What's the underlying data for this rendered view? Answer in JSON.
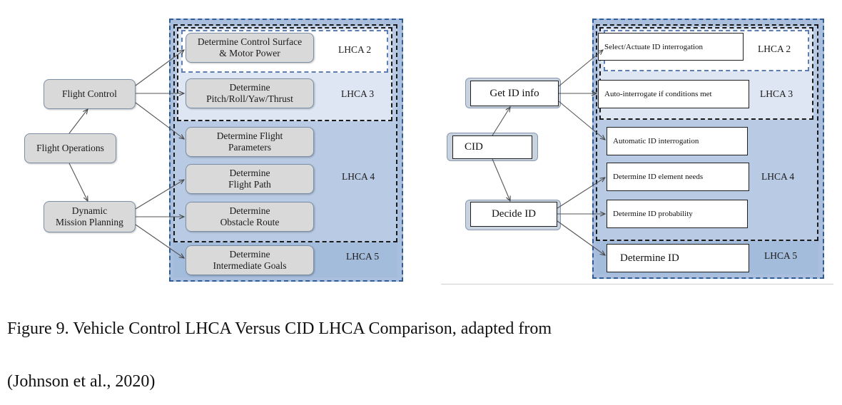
{
  "left_diagram": {
    "nodes": {
      "flight_operations": "Flight Operations",
      "flight_control": "Flight Control",
      "dynamic_mission_planning": [
        "Dynamic",
        "Mission Planning"
      ],
      "control_surface": [
        "Determine Control Surface",
        "& Motor Power"
      ],
      "pitch_roll": [
        "Determine",
        "Pitch/Roll/Yaw/Thrust"
      ],
      "flight_params": [
        "Determine Flight",
        "Parameters"
      ],
      "flight_path": [
        "Determine",
        "Flight Path"
      ],
      "obstacle_route": [
        "Determine",
        "Obstacle Route"
      ],
      "intermediate_goals": [
        "Determine",
        "Intermediate Goals"
      ]
    },
    "levels": {
      "l2": "LHCA 2",
      "l3": "LHCA 3",
      "l4": "LHCA 4",
      "l5": "LHCA 5"
    }
  },
  "right_diagram": {
    "nodes": {
      "cid": "CID",
      "get_id_info": "Get ID info",
      "decide_id": "Decide ID",
      "select_actuate": "Select/Actuate ID interrogation",
      "auto_interrogate": "Auto-interrogate if conditions met",
      "automatic_id": "Automatic ID interrogation",
      "element_needs": "Determine ID element needs",
      "id_probability": "Determine ID probability",
      "determine_id": "Determine ID"
    },
    "levels": {
      "l2": "LHCA 2",
      "l3": "LHCA 3",
      "l4": "LHCA 4",
      "l5": "LHCA 5"
    }
  },
  "caption": {
    "line1": "Figure 9. Vehicle Control LHCA Versus CID LHCA Comparison, adapted from",
    "line2": "(Johnson et al., 2020)"
  }
}
